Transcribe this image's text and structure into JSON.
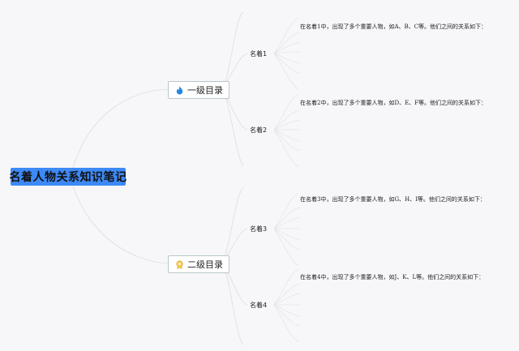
{
  "mindmap": {
    "root": {
      "label": "名着人物关系知识笔记",
      "color": "#3d8af7"
    },
    "branches": [
      {
        "label": "一级目录",
        "icon": "fire-icon",
        "icon_color": "#1e88e5",
        "children": [
          {
            "label": "名着1",
            "note": "在名着1中，出现了多个重要人物，如A、B、C等。他们之间的关系如下："
          },
          {
            "label": "名着2",
            "note": "在名着2中，出现了多个重要人物，如D、E、F等。他们之间的关系如下："
          }
        ]
      },
      {
        "label": "二级目录",
        "icon": "award-badge-icon",
        "icon_color": "#f2c94c",
        "children": [
          {
            "label": "名着3",
            "note": "在名着3中，出现了多个重要人物，如G、H、I等。他们之间的关系如下："
          },
          {
            "label": "名着4",
            "note": "在名着4中，出现了多个重要人物，如J、K、L等。他们之间的关系如下："
          }
        ]
      }
    ]
  },
  "colors": {
    "background": "#f7f7f9",
    "link": "#dcdde2",
    "node_border": "#b9c6c9"
  }
}
